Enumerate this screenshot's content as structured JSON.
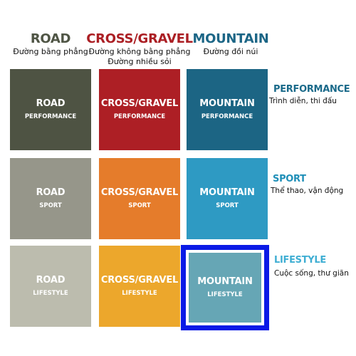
{
  "columns": [
    {
      "title": "ROAD",
      "color": "#4f5545",
      "subs": [
        "Đường bằng phẳng"
      ]
    },
    {
      "title": "CROSS/GRAVEL",
      "color": "#ab1f24",
      "subs": [
        "Đường không bằng phẳng",
        "Đường nhiều sỏi"
      ]
    },
    {
      "title": "MOUNTAIN",
      "color": "#1c6686",
      "subs": [
        "Đường đồi núi"
      ]
    }
  ],
  "rows": [
    {
      "title": "PERFORMANCE",
      "color": "#1a6a8a",
      "sub": "Trình diễn, thi đấu"
    },
    {
      "title": "SPORT",
      "color": "#1f8fb8",
      "sub": "Thể thao, vận động"
    },
    {
      "title": "LIFESTYLE",
      "color": "#3faed3",
      "sub": "Cuộc sống, thư giãn"
    }
  ],
  "tiles": [
    [
      {
        "main": "ROAD",
        "sub": "PERFORMANCE",
        "color": "#4e5343"
      },
      {
        "main": "CROSS/GRAVEL",
        "sub": "PERFORMANCE",
        "color": "#ad1f25"
      },
      {
        "main": "MOUNTAIN",
        "sub": "PERFORMANCE",
        "color": "#1c6584"
      }
    ],
    [
      {
        "main": "ROAD",
        "sub": "SPORT",
        "color": "#96968a"
      },
      {
        "main": "CROSS/GRAVEL",
        "sub": "SPORT",
        "color": "#e57c2b"
      },
      {
        "main": "MOUNTAIN",
        "sub": "SPORT",
        "color": "#2e9ac3"
      }
    ],
    [
      {
        "main": "ROAD",
        "sub": "LIFESTYLE",
        "color": "#bcbcae"
      },
      {
        "main": "CROSS/GRAVEL",
        "sub": "LIFESTYLE",
        "color": "#eca72c"
      },
      {
        "main": "MOUNTAIN",
        "sub": "LIFESTYLE",
        "color": "#66a6b5"
      }
    ]
  ],
  "selection": {
    "row": 2,
    "col": 2,
    "border_color": "#0a1ae6"
  }
}
